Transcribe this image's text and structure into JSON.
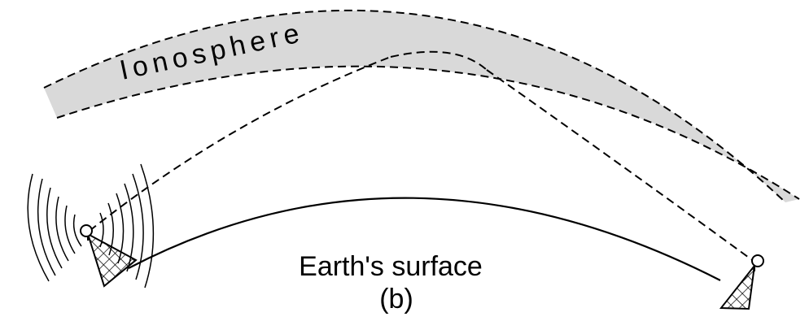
{
  "diagram": {
    "ionosphere_label": "Ionosphere",
    "surface_label": "Earth's surface",
    "caption": "(b)"
  },
  "colors": {
    "background": "#ffffff",
    "ionosphere_fill": "#d9d9d9",
    "stroke": "#000000"
  },
  "icons": {
    "left_tower": "radio-tower-icon",
    "right_tower": "radio-tower-icon",
    "signal_waves": "signal-waves-icon"
  }
}
